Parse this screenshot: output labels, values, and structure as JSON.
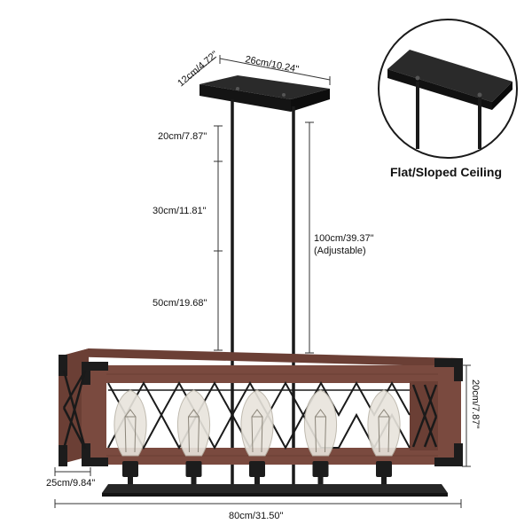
{
  "labels": {
    "canopy_width": "26cm/10.24\"",
    "canopy_depth": "12cm/4.72\"",
    "rod_segment_top": "20cm/7.87\"",
    "rod_segment_middle": "30cm/11.81\"",
    "rod_segment_bottom": "50cm/19.68\"",
    "total_rod_length": "100cm/39.37\"",
    "adjustable_note": "(Adjustable)",
    "fixture_height": "20cm/7.87\"",
    "fixture_depth": "25cm/9.84\"",
    "fixture_length": "80cm/31.50\""
  },
  "inset": {
    "caption": "Flat/Sloped Ceiling"
  },
  "colors": {
    "metal": "#1c1c1c",
    "wood": "#7a4a3f",
    "wood_dark": "#5a3329",
    "bulb_glass": "#e8e4dc"
  },
  "bulb_count": 5
}
